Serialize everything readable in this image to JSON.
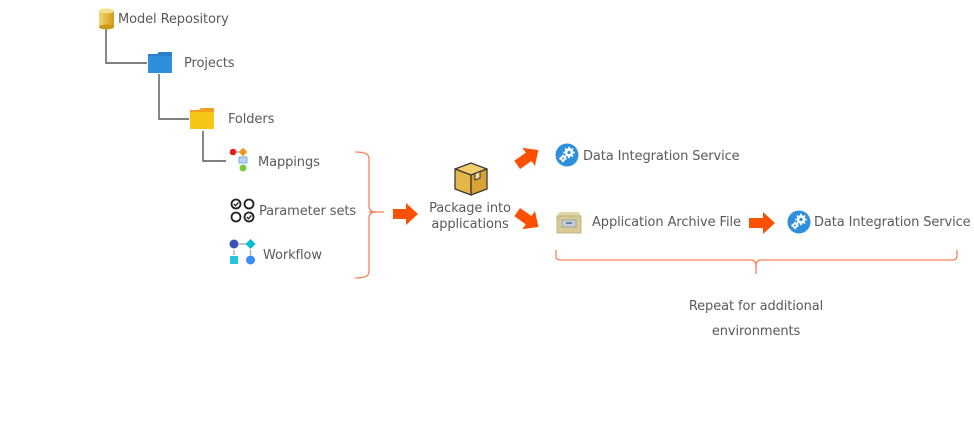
{
  "tree": {
    "repository": {
      "label": "Model Repository",
      "icon": "database-icon"
    },
    "projects": {
      "label": "Projects",
      "icon": "blue-folder-icon"
    },
    "folders": {
      "label": "Folders",
      "icon": "yellow-folder-icon"
    },
    "objects": [
      {
        "label": "Mappings",
        "icon": "mapping-icon"
      },
      {
        "label": "Parameter sets",
        "icon": "parameter-sets-icon"
      },
      {
        "label": "Workflow",
        "icon": "workflow-icon"
      }
    ]
  },
  "package": {
    "label_line1": "Package into",
    "label_line2": "applications",
    "icon": "package-box-icon"
  },
  "targets": {
    "direct_service": {
      "label": "Data Integration Service",
      "icon": "gears-service-icon"
    },
    "archive": {
      "label": "Application Archive File",
      "icon": "archive-cabinet-icon"
    },
    "archive_service": {
      "label": "Data Integration Service",
      "icon": "gears-service-icon"
    }
  },
  "repeat_note": {
    "line1": "Repeat for additional",
    "line2": "environments"
  },
  "colors": {
    "arrow": "#ff4f00",
    "brace": "#f7835a",
    "connector": "#555555",
    "service_blue": "#2e8fdc",
    "projects_blue": "#2f8fd8",
    "folder_yellow": "#f5c518",
    "db_gold": "#e8c04a"
  }
}
